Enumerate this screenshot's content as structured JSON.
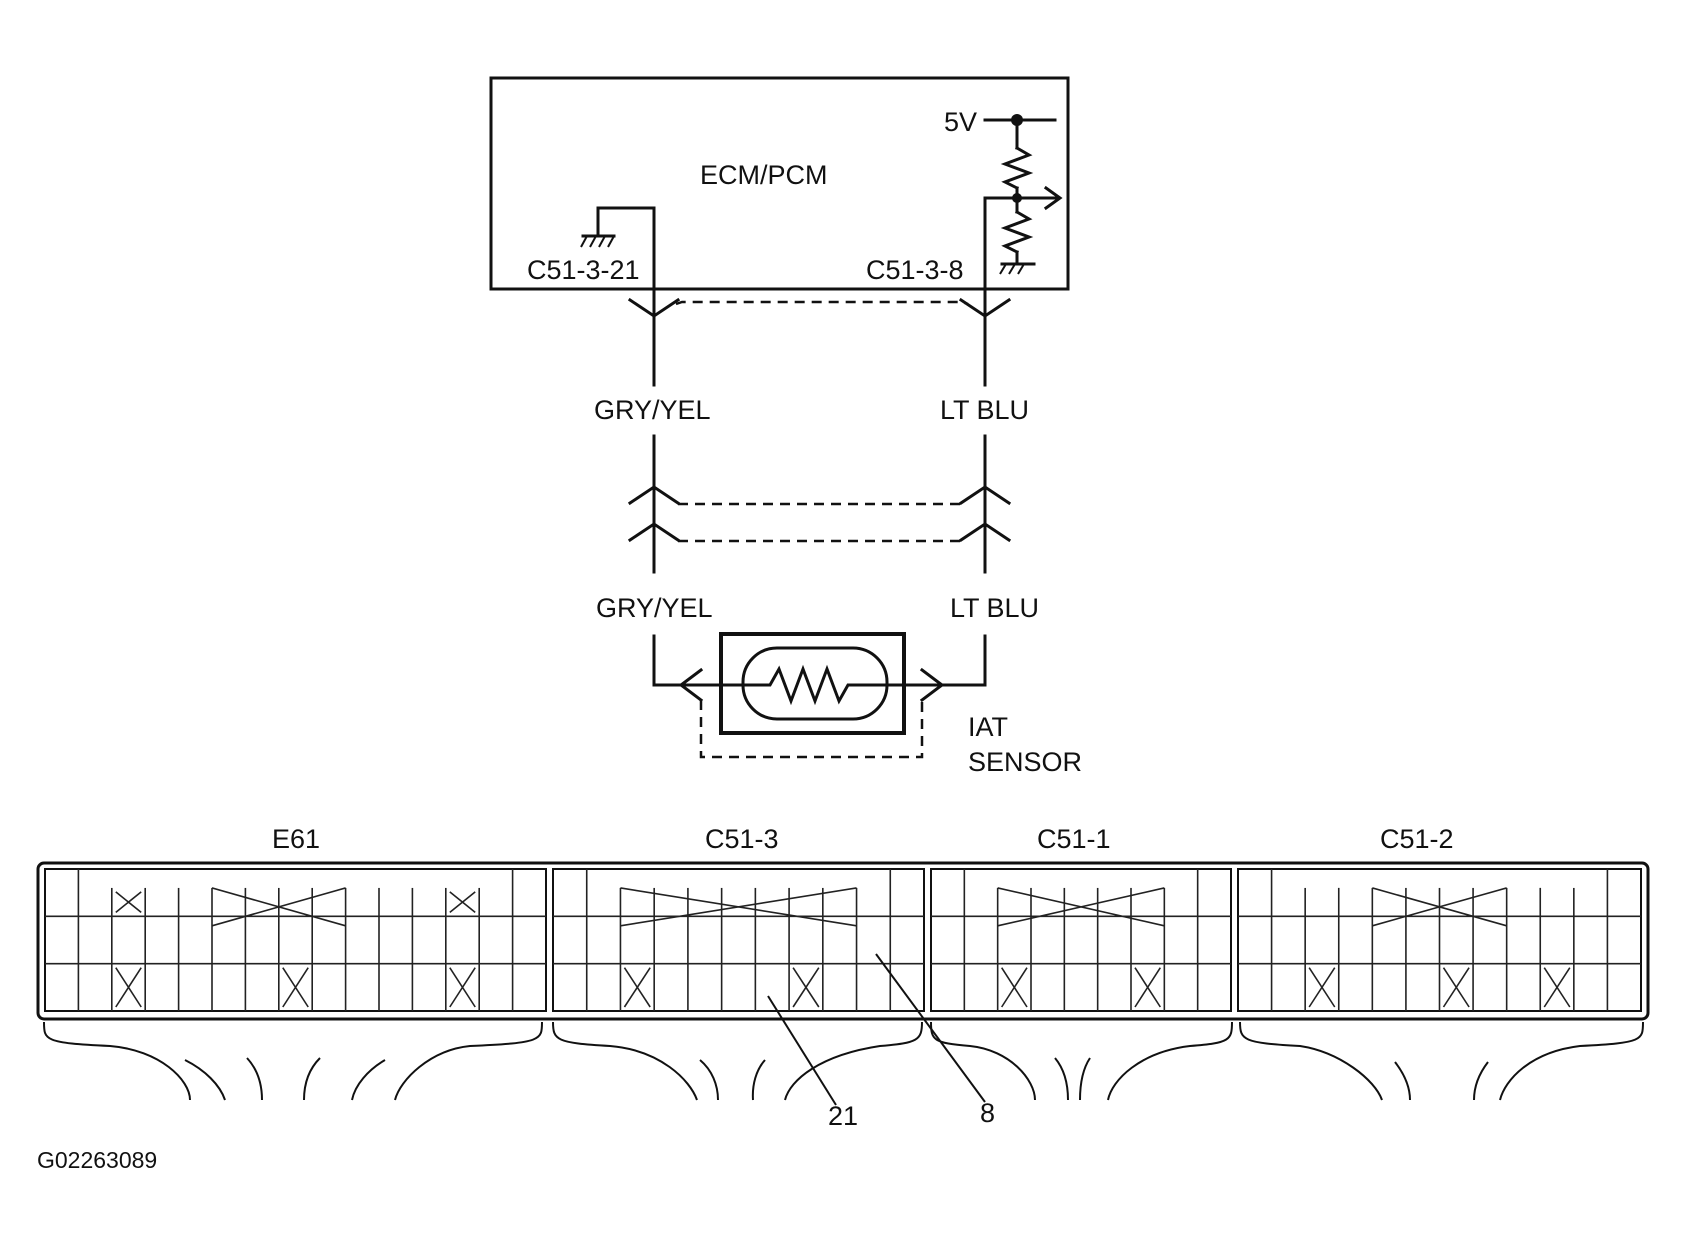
{
  "ecm": {
    "title": "ECM/PCM",
    "supply": "5V",
    "pin_ground": "C51-3-21",
    "pin_signal": "C51-3-8"
  },
  "wires": {
    "left_upper": "GRY/YEL",
    "right_upper": "LT BLU",
    "left_lower": "GRY/YEL",
    "right_lower": "LT BLU"
  },
  "sensor": {
    "line1": "IAT",
    "line2": "SENSOR"
  },
  "connectors": {
    "e61": "E61",
    "c51_3": "C51-3",
    "c51_1": "C51-1",
    "c51_2": "C51-2"
  },
  "callouts": {
    "pin21": "21",
    "pin8": "8"
  },
  "figure_code": "G02263089"
}
